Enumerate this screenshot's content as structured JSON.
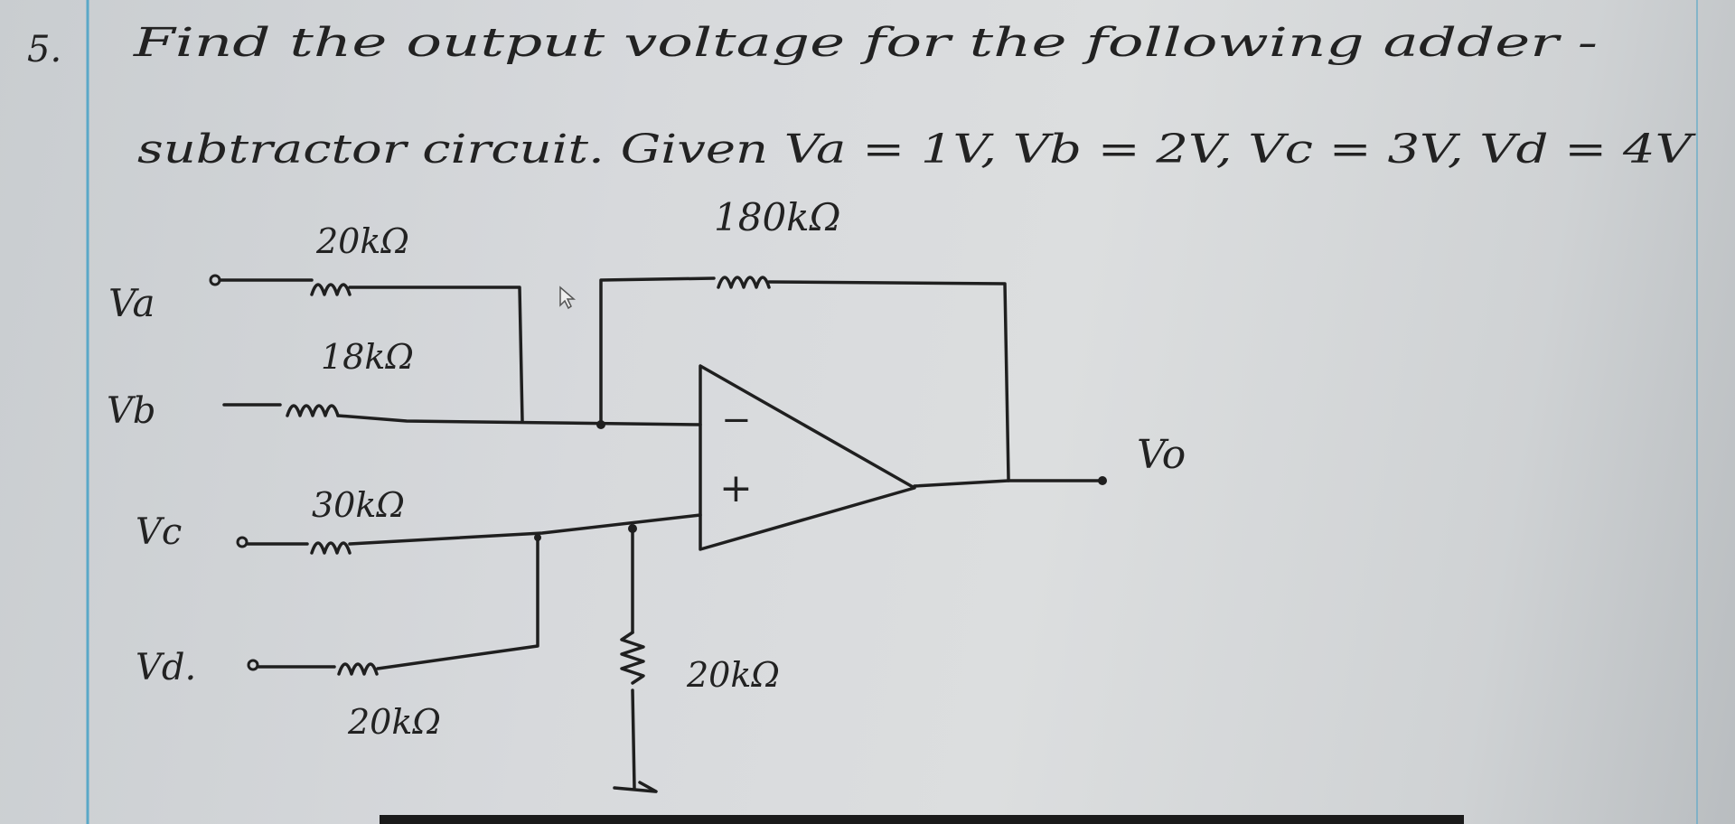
{
  "question": {
    "number": "5.",
    "line1": "Find the output voltage for the following adder -",
    "line2": "subtractor circuit. Given Va = 1V, Vb = 2V, Vc = 3V, Vd = 4V"
  },
  "circuit": {
    "input_va": "Va",
    "input_vb": "Vb",
    "input_vc": "Vc",
    "input_vd": "Vd.",
    "output": "Vo",
    "r_a": "20kΩ",
    "r_b": "18kΩ",
    "r_c": "30kΩ",
    "r_d": "20kΩ",
    "r_f": "180kΩ",
    "r_g": "20kΩ",
    "minus": "−",
    "plus": "+"
  },
  "colors": {
    "paper": "#d9dbdd",
    "ink": "#1f1f1f",
    "margin_line": "#5aa8c8"
  }
}
